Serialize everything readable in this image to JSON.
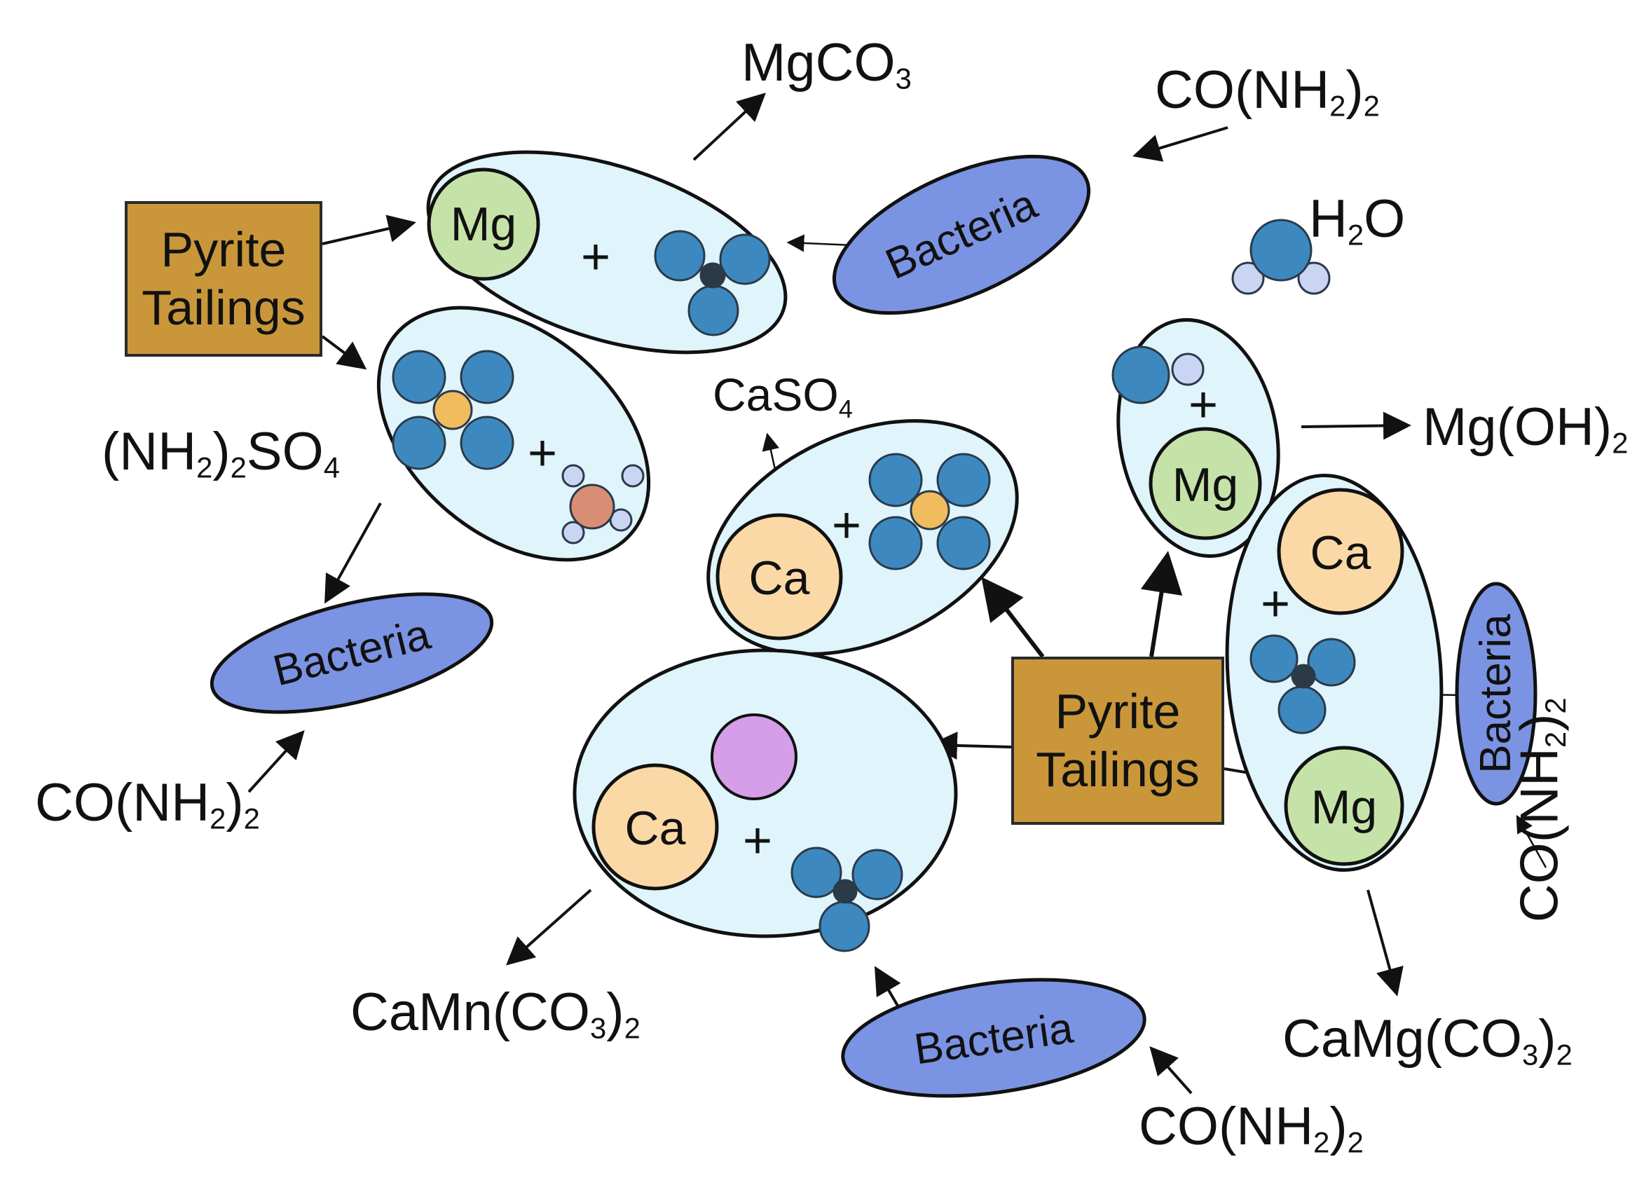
{
  "pyrite_tailings_label": [
    "Pyrite",
    "Tailings"
  ],
  "bacteria_label": "Bacteria",
  "elements": {
    "mg": "Mg",
    "ca": "Ca"
  },
  "plus": "+",
  "colors": {
    "cell_fill": "#dff4fb",
    "bacteria_fill": "#7b93e3",
    "pyrite_fill": "#c9973a",
    "mg_fill": "#c5e3a8",
    "ca_fill": "#fbd9a6",
    "oxygen_blue": "#3d89bf",
    "hydrogen_lavender": "#c9d5f2",
    "sulfur_yellow": "#f0bc5e",
    "carbon_dark": "#2c3a48",
    "nitrogen_salmon": "#d98d74",
    "manganese_purple": "#d59ee8"
  },
  "labels": {
    "mgco3": {
      "main": "MgCO",
      "sub": "3"
    },
    "urea_top": {
      "a": "CO(NH",
      "s1": "2",
      "b": ")",
      "s2": "2"
    },
    "h2o": {
      "a": "H",
      "s": "2",
      "b": "O"
    },
    "nh2so4": {
      "a": "(NH",
      "s1": "2",
      "b": ")",
      "s2": "2",
      "c": "SO",
      "s3": "4"
    },
    "caso4": {
      "a": "CaSO",
      "s": "4"
    },
    "mgoh2": {
      "a": "Mg(OH)",
      "s": "2"
    },
    "urea_left": {
      "a": "CO(NH",
      "s1": "2",
      "b": ")",
      "s2": "2"
    },
    "urea_right": {
      "a": "CO(NH",
      "s1": "2",
      "b": ")",
      "s2": "2"
    },
    "camnco3": {
      "a": "CaMn(CO",
      "s1": "3",
      "b": ")",
      "s2": "2"
    },
    "camgco3": {
      "a": "CaMg(CO",
      "s1": "3",
      "b": ")",
      "s2": "2"
    },
    "urea_bottom": {
      "a": "CO(NH",
      "s1": "2",
      "b": ")",
      "s2": "2"
    }
  }
}
